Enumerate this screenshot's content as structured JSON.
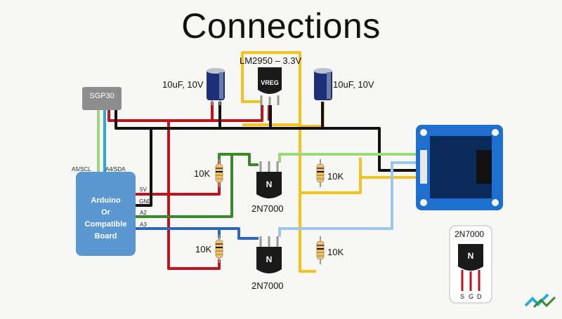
{
  "title": "Connections",
  "regulator": {
    "label": "LM2950 – 3.3V",
    "chip_text": "VREG"
  },
  "capacitors": [
    {
      "label": "10uF, 10V"
    },
    {
      "label": "10uF, 10V"
    }
  ],
  "sensor": {
    "label": "SGP30"
  },
  "arduino": {
    "lines": [
      "Arduino",
      "Or",
      "Compatible",
      "Board"
    ],
    "pins": {
      "scl": "A5/SCL",
      "sda": "A4/SDA",
      "v5": "5V",
      "gnd": "GND",
      "a2": "A2",
      "a3": "A3"
    }
  },
  "resistors": [
    {
      "label": "10K"
    },
    {
      "label": "10K"
    },
    {
      "label": "10K"
    },
    {
      "label": "10K"
    }
  ],
  "transistors": [
    {
      "label": "2N7000",
      "chip_text": "N"
    },
    {
      "label": "2N7000",
      "chip_text": "N"
    }
  ],
  "pinout": {
    "label": "2N7000",
    "chip_text": "N",
    "pins": [
      "S",
      "G",
      "D"
    ]
  },
  "colors": {
    "red": "#c0141c",
    "black": "#111111",
    "yellow": "#f5c21b",
    "green": "#3a8a2a",
    "light_green": "#9fd67e",
    "light_blue": "#9ec5ea",
    "blue": "#2e66b8",
    "cyan": "#2aa9df",
    "board": "#5b97d1",
    "oled": "#1f6fd0"
  }
}
